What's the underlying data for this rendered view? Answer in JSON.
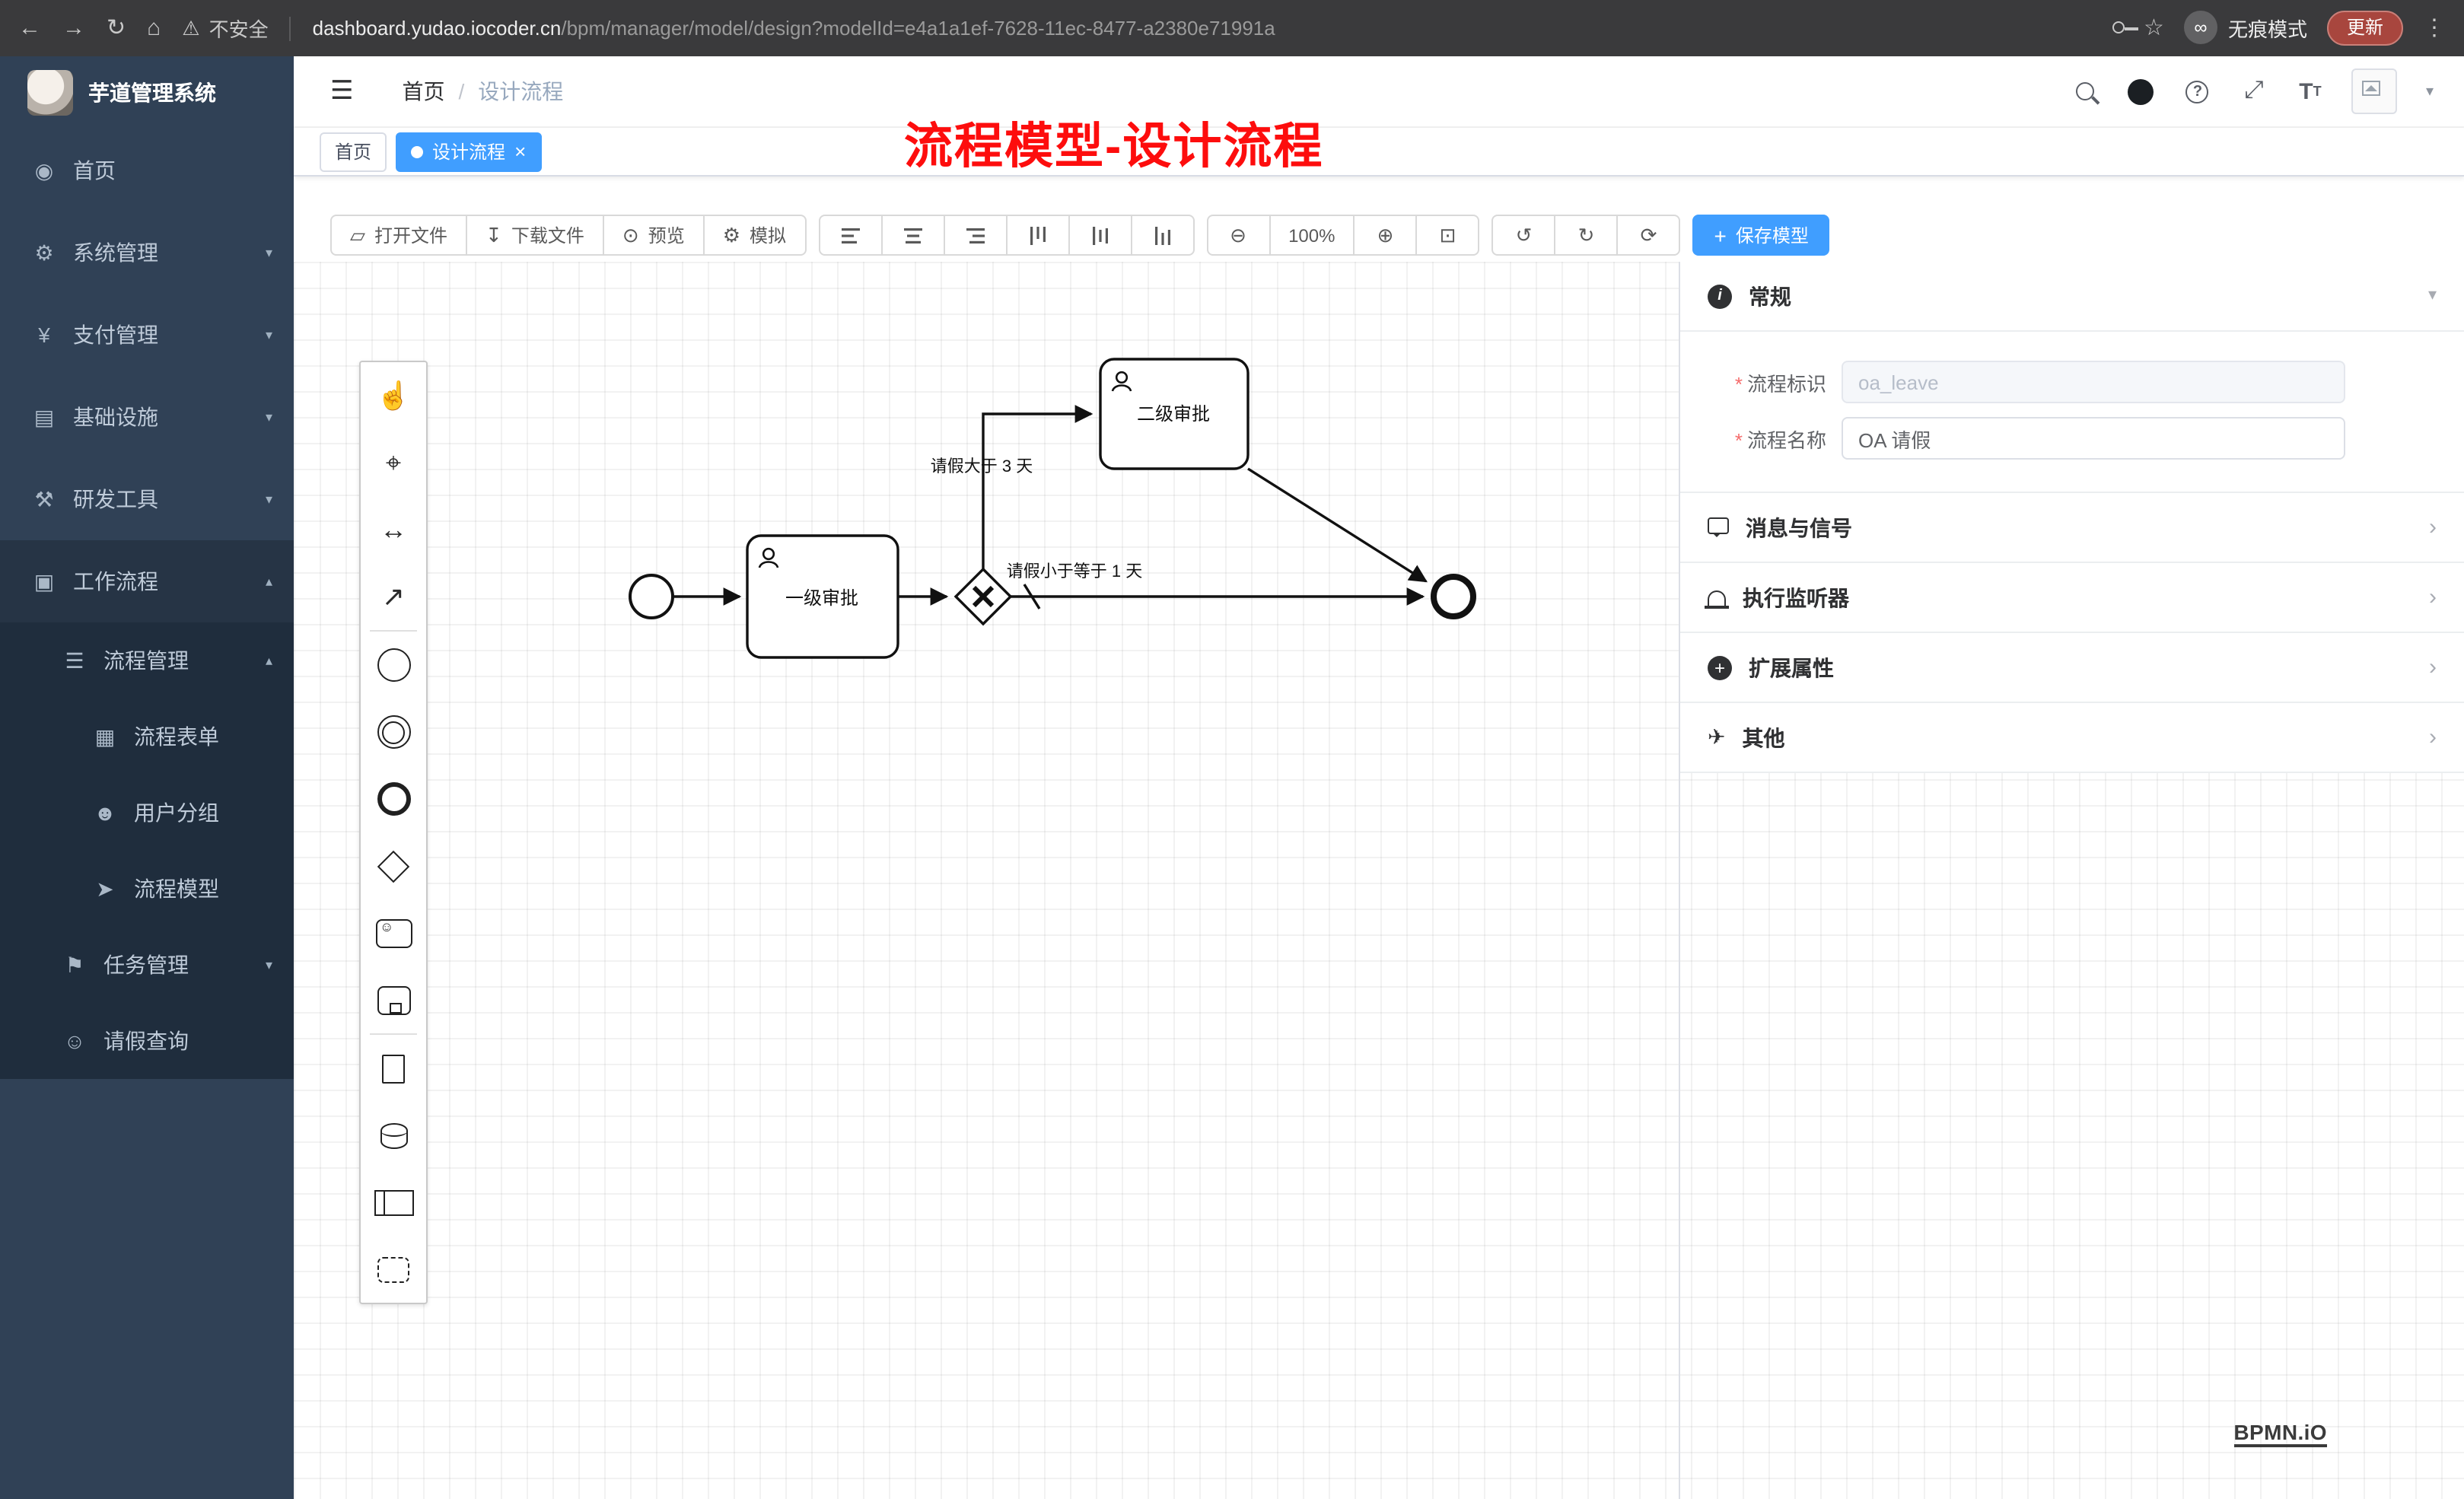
{
  "browser": {
    "security": "不安全",
    "url_host": "dashboard.yudao.iocoder.cn",
    "url_path": "/bpm/manager/model/design?modelId=e4a1a1ef-7628-11ec-8477-a2380e71991a",
    "incognito": "无痕模式",
    "update": "更新"
  },
  "icons": {
    "back": "←",
    "forward": "→",
    "reload": "↻",
    "home": "⌂",
    "warning": "⚠",
    "star": "☆",
    "kebab": "⋮",
    "glasses": "∞",
    "hamburger": "☰",
    "breadcrumb_sep": "/",
    "caret": "▾",
    "chevron_down": "▾",
    "chevron_up": "▴",
    "chevron_right": "›",
    "question": "?",
    "fullscreen": "⤢",
    "t_big": "T",
    "t_small": "T",
    "folder": "▱",
    "download": "↧",
    "eye": "⊙",
    "gear": "⚙",
    "zoom_out": "⊖",
    "zoom_in": "⊕",
    "zoom_reset": "⊡",
    "undo": "↺",
    "redo": "↻",
    "refresh": "⟳",
    "plus": "+",
    "info": "i",
    "send": "✈",
    "hand": "☝",
    "crosshair": "⌖",
    "space_tool": "↔",
    "connect": "↗",
    "close": "×",
    "person": "☺"
  },
  "sidebar": {
    "logo": "芋道管理系统",
    "items": [
      {
        "label": "首页",
        "icon": "◉"
      },
      {
        "label": "系统管理",
        "icon": "⚙"
      },
      {
        "label": "支付管理",
        "icon": "¥"
      },
      {
        "label": "基础设施",
        "icon": "▤"
      },
      {
        "label": "研发工具",
        "icon": "⚒"
      },
      {
        "label": "工作流程",
        "icon": "▣"
      },
      {
        "label": "流程管理",
        "icon": "☰"
      },
      {
        "label": "流程表单",
        "icon": "▦"
      },
      {
        "label": "用户分组",
        "icon": "☻"
      },
      {
        "label": "流程模型",
        "icon": "➤"
      },
      {
        "label": "任务管理",
        "icon": "⚑"
      },
      {
        "label": "请假查询",
        "icon": "☺"
      }
    ]
  },
  "header": {
    "breadcrumb_home": "首页",
    "breadcrumb_current": "设计流程"
  },
  "tabs": {
    "home": "首页",
    "active": "设计流程"
  },
  "annotation": "流程模型-设计流程",
  "toolbar": {
    "open_file": "打开文件",
    "download_file": "下载文件",
    "preview": "预览",
    "simulate": "模拟",
    "zoom_level": "100%",
    "save_model": "保存模型"
  },
  "diagram": {
    "task1": "一级审批",
    "task2": "二级审批",
    "flow_gt3": "请假大于 3 天",
    "flow_le1": "请假小于等于 1 天"
  },
  "panel": {
    "general": "常规",
    "message": "消息与信号",
    "listener": "执行监听器",
    "ext": "扩展属性",
    "other": "其他",
    "key_label": "流程标识",
    "key_value": "oa_leave",
    "name_label": "流程名称",
    "name_value": "OA 请假",
    "required": "*"
  },
  "watermark": "BPMN.iO"
}
